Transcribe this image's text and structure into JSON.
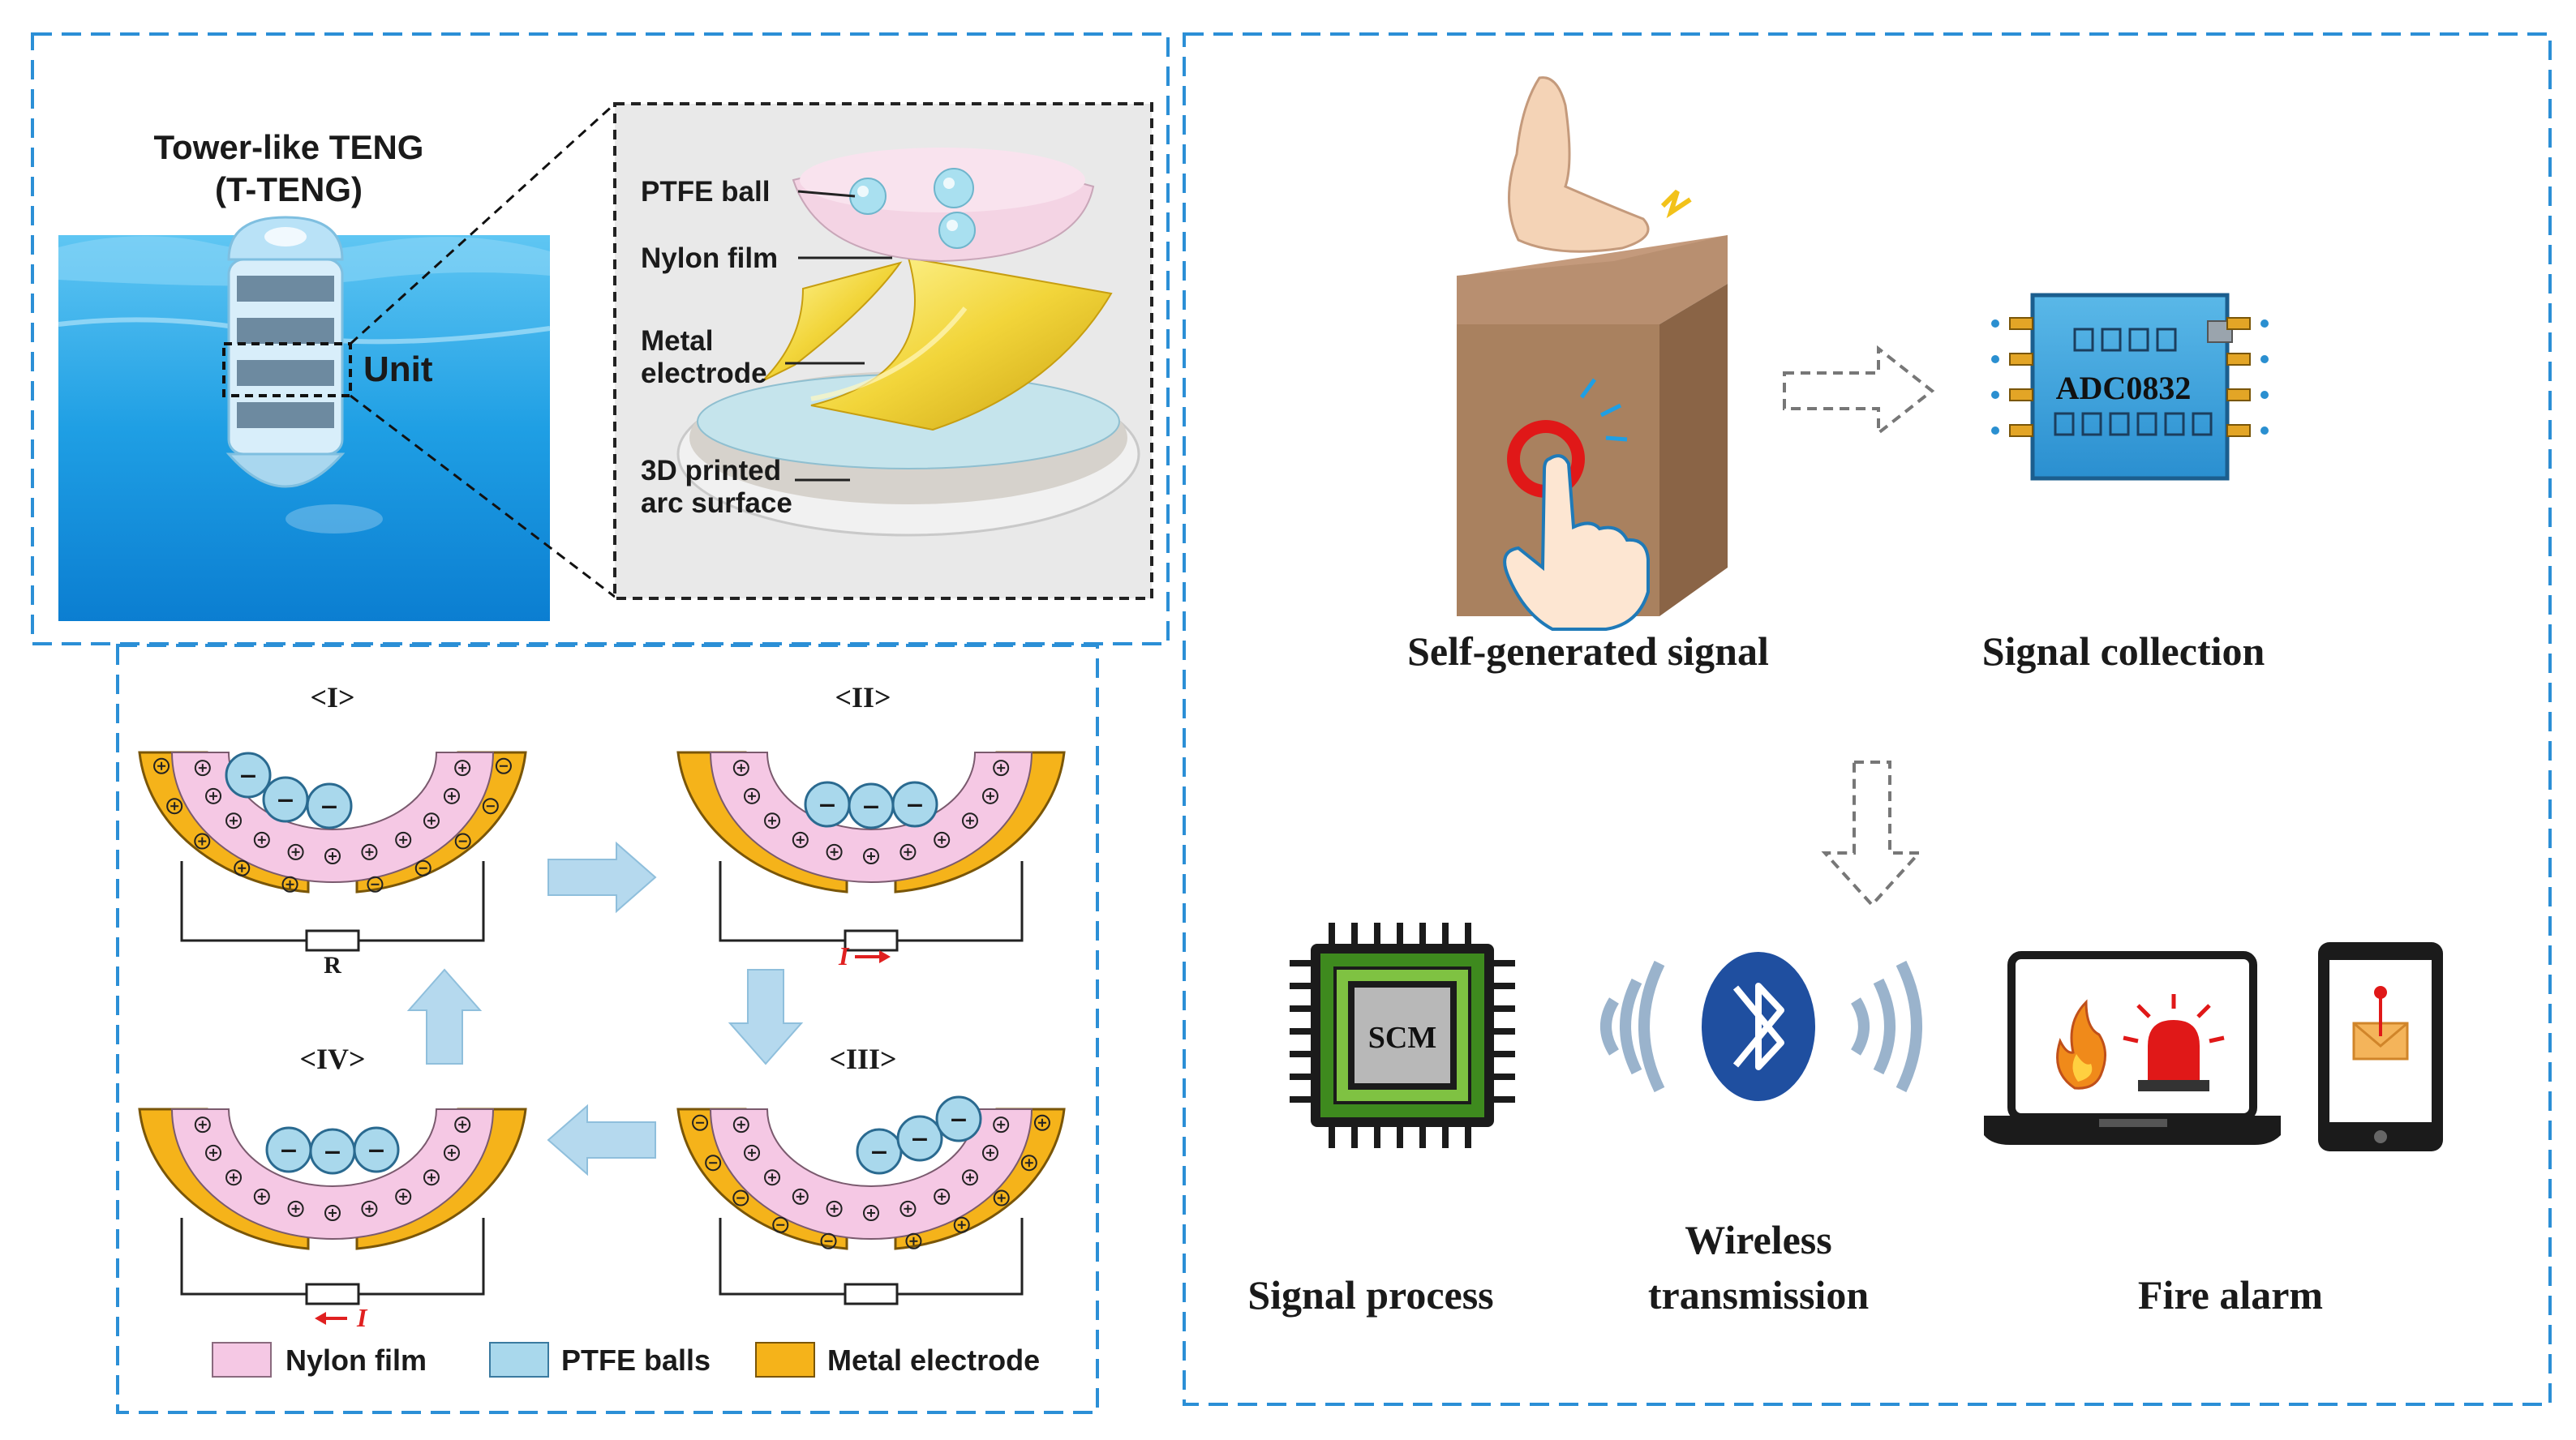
{
  "topleft": {
    "tower_title_line1": "Tower-like TENG",
    "tower_title_line2": "(T-TENG)",
    "unit_label": "Unit",
    "ptfe_ball_label": "PTFE ball",
    "nylon_film_label": "Nylon film",
    "metal_line1": "Metal",
    "metal_line2": "electrode",
    "printed_line1": "3D printed",
    "printed_line2": "arc surface"
  },
  "cycle": {
    "stage1": "<I>",
    "stage2": "<II>",
    "stage3": "<III>",
    "stage4": "<IV>",
    "resistor_label": "R",
    "current_symbol": "I",
    "legend": {
      "nylon": "Nylon film",
      "ptfe": "PTFE balls",
      "metal": "Metal electrode"
    }
  },
  "flow": {
    "self_generated": "Self-generated signal",
    "signal_collection": "Signal collection",
    "adc_chip": "ADC0832",
    "scm_chip": "SCM",
    "signal_process": "Signal process",
    "wireless_line1": "Wireless",
    "wireless_line2": "transmission",
    "fire_alarm": "Fire alarm"
  },
  "colors": {
    "frame_blue": "#2b8fd6",
    "nylon_pink": "#f5c8e4",
    "ptfe_blue": "#a9d8ec",
    "metal_orange": "#f5b31a",
    "flow_arrow": "#b5d9ee",
    "bluetooth_blue": "#1f4fa0"
  }
}
